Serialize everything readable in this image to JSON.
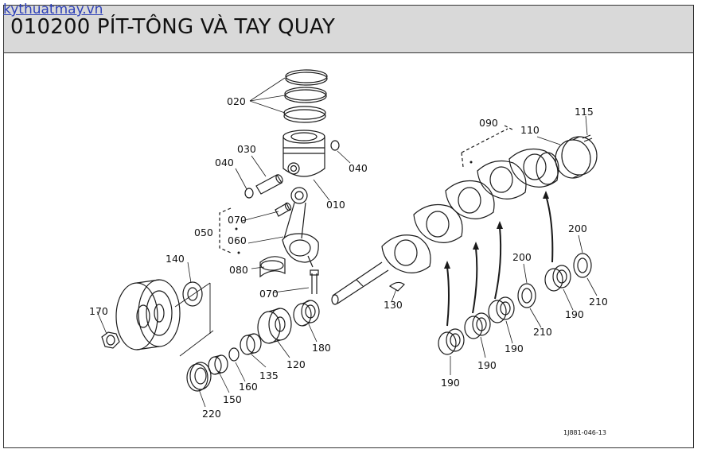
{
  "watermark": "kythuatmay.vn",
  "title": "010200 PÍT-TÔNG VÀ TAY QUAY",
  "drawing_code": "1J881-046-13",
  "callouts": {
    "c020": "020",
    "c030": "030",
    "c040a": "040",
    "c040b": "040",
    "c010": "010",
    "c070a": "070",
    "c060": "060",
    "c050": "050",
    "c080": "080",
    "c070b": "070",
    "c140": "140",
    "c170": "170",
    "c220": "220",
    "c150": "150",
    "c160": "160",
    "c135": "135",
    "c120": "120",
    "c180": "180",
    "c130": "130",
    "c090": "090",
    "c110": "110",
    "c115": "115",
    "c200a": "200",
    "c200b": "200",
    "c210a": "210",
    "c210b": "210",
    "c190a": "190",
    "c190b": "190",
    "c190c": "190",
    "c190d": "190"
  }
}
